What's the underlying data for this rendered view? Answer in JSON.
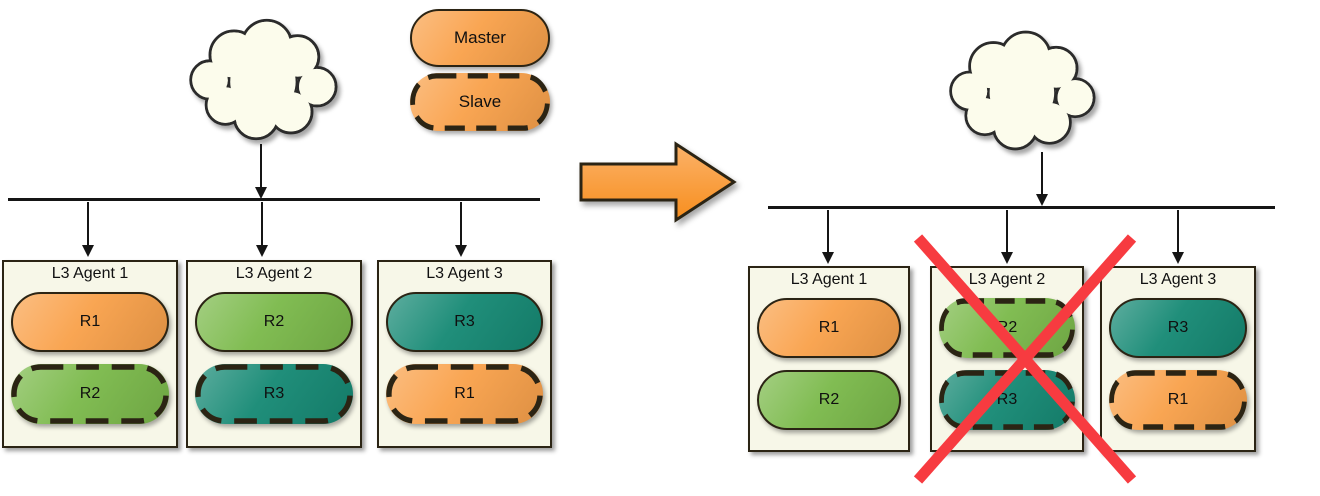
{
  "colors": {
    "orange": "#F9A24C",
    "green": "#7CBA4C",
    "teal": "#178A75",
    "ink": "#2B2414",
    "line": "#151515",
    "box_bg": "#F7F7E8",
    "cloud_bg": "#FCFCEC",
    "red_x": "#F73B40"
  },
  "legend": {
    "items": [
      {
        "label": "Master",
        "color": "orange",
        "role": "master"
      },
      {
        "label": "Slave",
        "color": "orange",
        "role": "slave"
      }
    ]
  },
  "before": {
    "agents": [
      {
        "title": "L3 Agent 1",
        "failed": false,
        "routers": [
          {
            "label": "R1",
            "color": "orange",
            "role": "master"
          },
          {
            "label": "R2",
            "color": "green",
            "role": "slave"
          }
        ]
      },
      {
        "title": "L3 Agent 2",
        "failed": false,
        "routers": [
          {
            "label": "R2",
            "color": "green",
            "role": "master"
          },
          {
            "label": "R3",
            "color": "teal",
            "role": "slave"
          }
        ]
      },
      {
        "title": "L3 Agent 3",
        "failed": false,
        "routers": [
          {
            "label": "R3",
            "color": "teal",
            "role": "master"
          },
          {
            "label": "R1",
            "color": "orange",
            "role": "slave"
          }
        ]
      }
    ]
  },
  "after": {
    "agents": [
      {
        "title": "L3 Agent 1",
        "failed": false,
        "routers": [
          {
            "label": "R1",
            "color": "orange",
            "role": "master"
          },
          {
            "label": "R2",
            "color": "green",
            "role": "master"
          }
        ]
      },
      {
        "title": "L3 Agent 2",
        "failed": true,
        "routers": [
          {
            "label": "R2",
            "color": "green",
            "role": "slave"
          },
          {
            "label": "R3",
            "color": "teal",
            "role": "slave"
          }
        ]
      },
      {
        "title": "L3 Agent 3",
        "failed": false,
        "routers": [
          {
            "label": "R3",
            "color": "teal",
            "role": "master"
          },
          {
            "label": "R1",
            "color": "orange",
            "role": "slave"
          }
        ]
      }
    ]
  }
}
